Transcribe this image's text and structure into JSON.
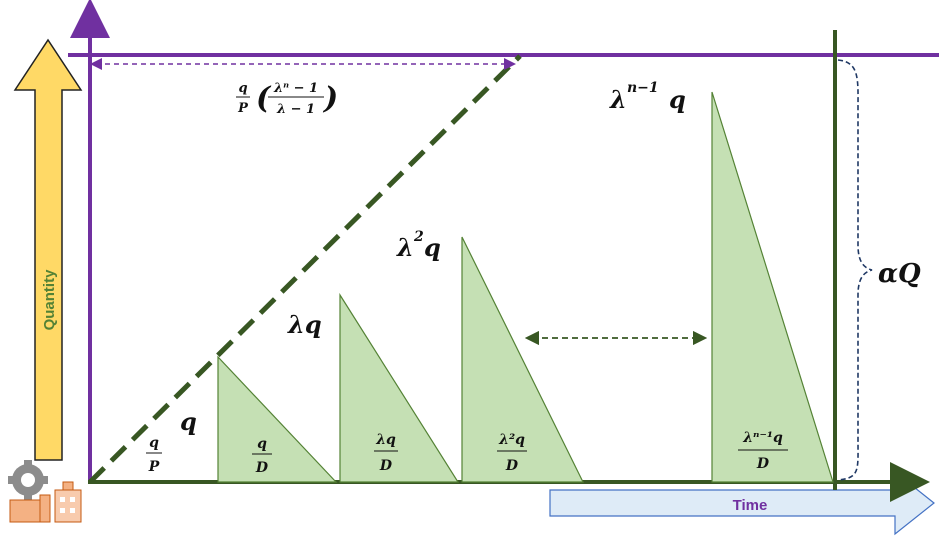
{
  "axes": {
    "y_label": "Quantity",
    "x_label": "Time"
  },
  "labels": {
    "cumulative_top": "λⁿ − 1",
    "cumulative_bottom": "λ − 1",
    "cumulative_q": "q",
    "cumulative_p": "P",
    "q_over_p_num": "q",
    "q_over_p_den": "P",
    "peak_1": "q",
    "peak_2": "λq",
    "peak_3_base": "λ",
    "peak_3_exp": "2",
    "peak_3_tail": "q",
    "peak_last_base": "λ",
    "peak_last_exp": "n−1",
    "peak_last_tail": "q",
    "dur_1_num": "q",
    "dur_1_den": "D",
    "dur_2_num": "λq",
    "dur_2_den": "D",
    "dur_3_num": "λ²q",
    "dur_3_den": "D",
    "dur_last_num": "λⁿ⁻¹q",
    "dur_last_den": "D",
    "max_level": "αQ"
  },
  "colors": {
    "purple_axis": "#7030a0",
    "green_axis": "#385723",
    "triangle_fill": "#c5e0b4",
    "triangle_stroke": "#548235",
    "dash_green": "#385723",
    "brace_blue": "#1f3864",
    "quantity_arrow": "#ffd966",
    "time_arrow": "#deebf7"
  }
}
